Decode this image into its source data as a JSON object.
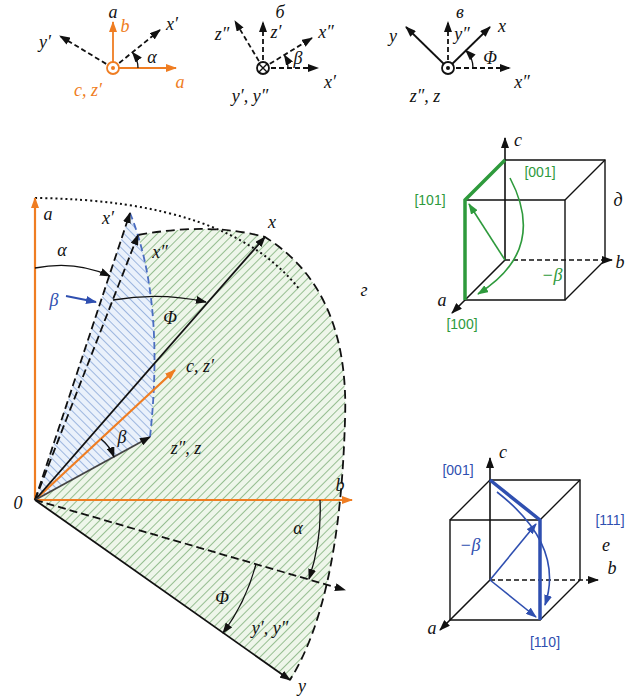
{
  "diagram": {
    "labels": [
      "а",
      "b",
      "y′",
      "α",
      "x′",
      "a",
      "c, z′",
      "б",
      "z′",
      "z″",
      "β",
      "x″",
      "x′",
      "y′, y″",
      "в",
      "y″",
      "y",
      "x",
      "Φ",
      "x″",
      "z″, z",
      "a",
      "x′",
      "α",
      "x″",
      "β",
      "Φ",
      "x",
      "c, z′",
      "β",
      "z″, z",
      "0",
      "b",
      "α",
      "y′, y″",
      "Φ",
      "y",
      "г",
      "c",
      "[001]",
      "д",
      "[101]",
      "b",
      "−β",
      "a",
      "[100]",
      "[001]",
      "c",
      "[111]",
      "е",
      "a",
      "b",
      "−β",
      "[110]"
    ]
  }
}
